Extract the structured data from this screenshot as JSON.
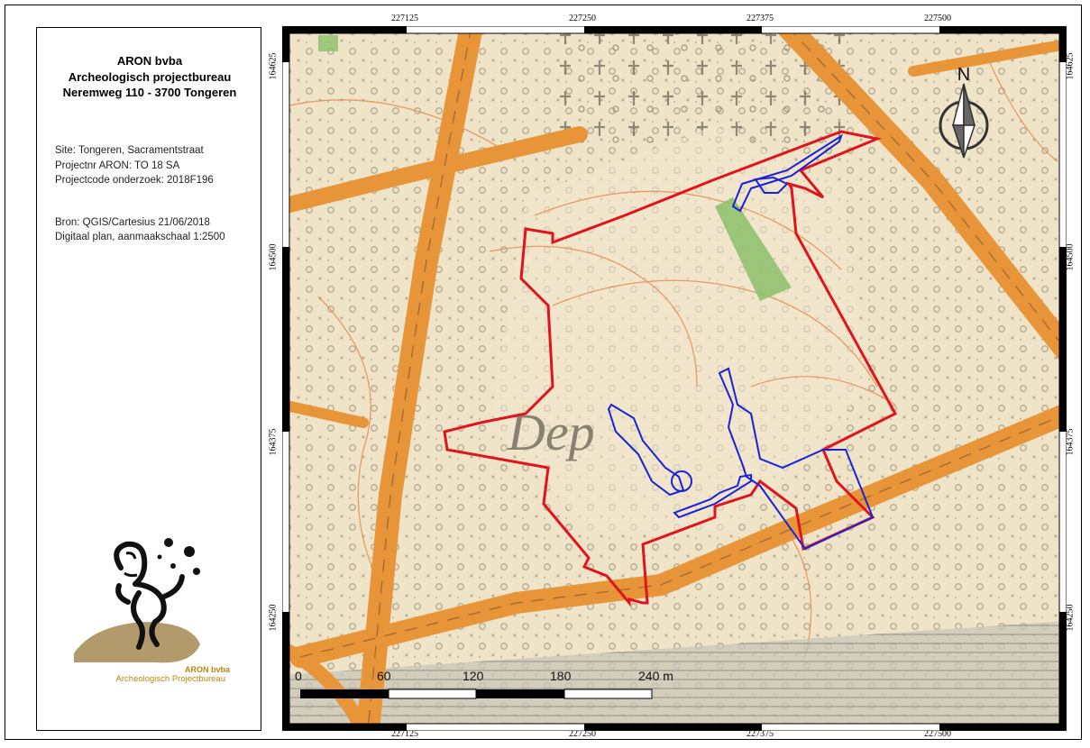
{
  "panel": {
    "org_name": "ARON bvba",
    "org_subtitle": "Archeologisch projectbureau",
    "org_address": "Neremweg 110 - 3700 Tongeren",
    "site": "Site: Tongeren, Sacramentstraat",
    "project_nr": "Projectnr ARON: TO 18 SA",
    "project_code": "Projectcode onderzoek: 2018F196",
    "source": "Bron: QGIS/Cartesius 21/06/2018",
    "plan": "Digitaal plan, aanmaakschaal 1:2500",
    "logo_name": "ARON bvba",
    "logo_tag": "Archeologisch Projectbureau"
  },
  "map": {
    "x_ticks": [
      "227125",
      "227250",
      "227375",
      "227500"
    ],
    "y_ticks": [
      "164625",
      "164500",
      "164375",
      "164250"
    ],
    "north_label": "N",
    "map_text": "Dep",
    "scale_labels": [
      "0",
      "60",
      "120",
      "180",
      "240 m"
    ],
    "colors": {
      "site_boundary": "#e0141c",
      "excavation_trench": "#1a22d6",
      "roads": "#e8953a",
      "paper": "#efe3c8",
      "vegetation": "#8cc068"
    }
  }
}
